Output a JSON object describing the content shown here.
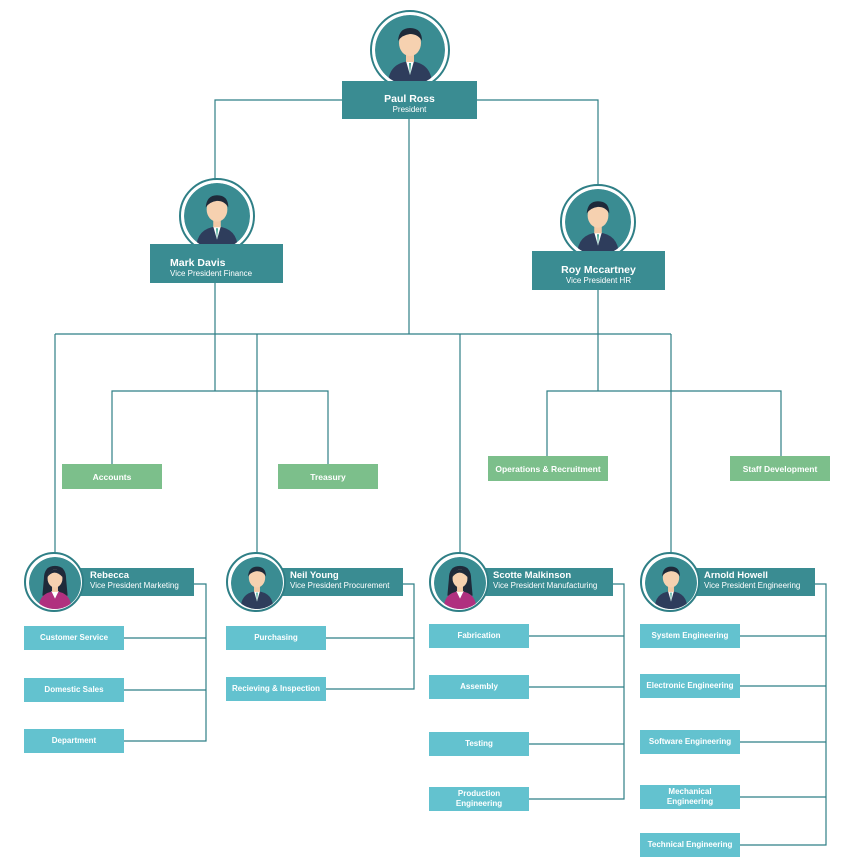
{
  "president": {
    "name": "Paul Ross",
    "title": "President"
  },
  "vp_finance": {
    "name": "Mark Davis",
    "title": "Vice President Finance"
  },
  "vp_hr": {
    "name": "Roy Mccartney",
    "title": "Vice President HR"
  },
  "finance_depts": [
    "Accounts",
    "Treasury"
  ],
  "hr_depts": [
    "Operations & Recruitment",
    "Staff Development"
  ],
  "managers": [
    {
      "name": "Rebecca",
      "title": "Vice President Marketing",
      "gender": "female",
      "units": [
        "Customer Service",
        "Domestic Sales",
        "Department"
      ]
    },
    {
      "name": "Neil Young",
      "title": "Vice President Procurement",
      "gender": "male",
      "units": [
        "Purchasing",
        "Recieving & Inspection"
      ]
    },
    {
      "name": "Scotte Malkinson",
      "title": "Vice President Manufacturing",
      "gender": "female",
      "units": [
        "Fabrication",
        "Assembly",
        "Testing",
        "Production Engineering"
      ]
    },
    {
      "name": "Arnold Howell",
      "title": "Vice President Engineering",
      "gender": "male",
      "units": [
        "System Engineering",
        "Electronic Engineering",
        "Software Engineering",
        "Mechanical Engineering",
        "Technical Engineering"
      ]
    }
  ],
  "colors": {
    "line": "#2f7f86",
    "exec": "#3a8c92",
    "dept": "#7cbf8b",
    "unit": "#63c2cf"
  },
  "icons": {
    "male": "businessman-avatar-icon",
    "female": "businesswoman-avatar-icon"
  }
}
